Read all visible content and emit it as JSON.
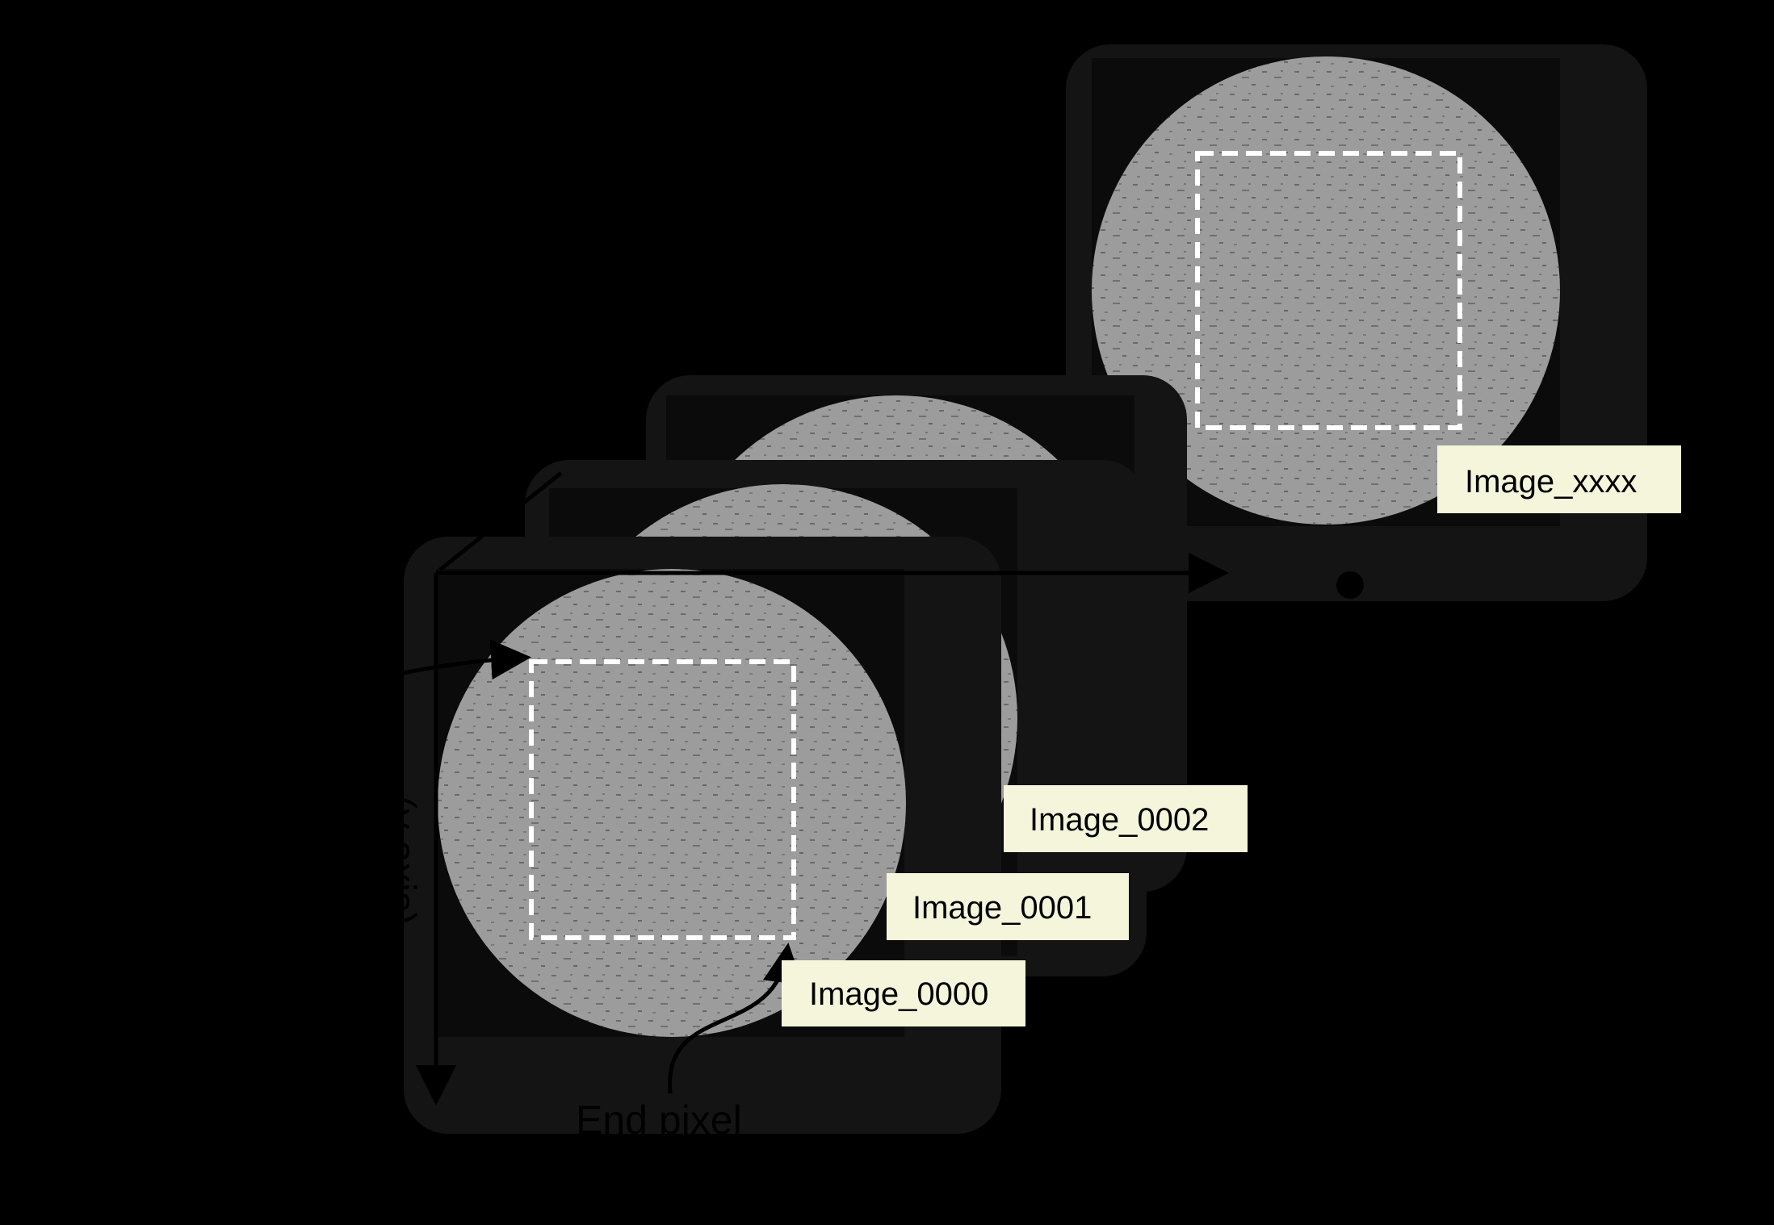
{
  "diagram": {
    "image_labels": [
      "Image_0000",
      "Image_0001",
      "Image_0002",
      "Image_xxxx"
    ],
    "end_pixel_label": "End pixel",
    "vertical_axis_label": "... (y axis)"
  },
  "colors": {
    "background": "#000000",
    "label_box": "#f5f5dc",
    "disc": "#9a9a9a",
    "roi_dash": "#ffffff",
    "arrow": "#000000"
  }
}
